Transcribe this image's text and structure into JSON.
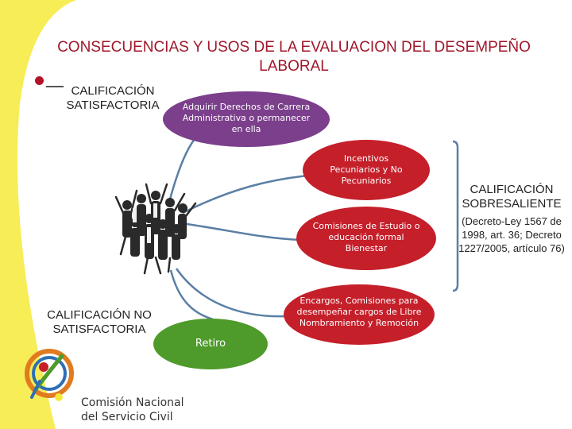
{
  "title": "CONSECUENCIAS Y USOS DE LA EVALUACION DEL DESEMPEÑO LABORAL",
  "labels": {
    "satisfactoria": "CALIFICACIÓN SATISFACTORIA",
    "no_satisfactoria": "CALIFICACIÓN NO SATISFACTORIA",
    "sobresaliente": "CALIFICACIÓN SOBRESALIENTE",
    "sobresaliente_note": "(Decreto-Ley 1567 de 1998, art. 36; Decreto 1227/2005, artículo 76)"
  },
  "nodes": {
    "derechos": "Adquirir Derechos de Carrera Administrativa o permanecer en ella",
    "incentivos": "Incentivos Pecuniarios y No Pecuniarios",
    "comisiones": "Comisiones de Estudio o educación formal Bienestar",
    "encargos": "Encargos, Comisiones para desempeñar cargos de Libre Nombramiento y Remoción",
    "retiro": "Retiro"
  },
  "logo": {
    "line1": "Comisión Nacional",
    "line2": "del Servicio Civil"
  },
  "colors": {
    "title": "#a0162a",
    "node_purple": "#7b3f8c",
    "node_red": "#c51f2a",
    "node_green": "#4e9a2a",
    "connector": "#5a7fa5",
    "corner_yellow": "#f5ea3a"
  }
}
